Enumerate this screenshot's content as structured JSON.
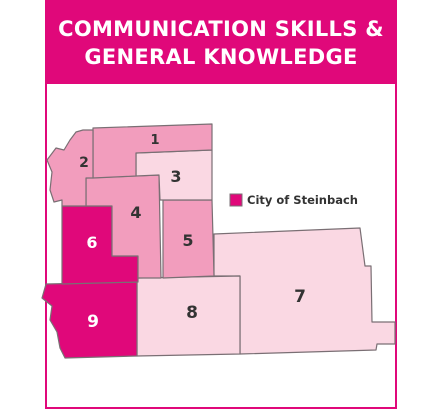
{
  "header": {
    "line1": "COMMUNICATION SKILLS &",
    "line2": "GENERAL KNOWLEDGE"
  },
  "legend": {
    "label": "City of Steinbach",
    "swatch_color": "#e0087a"
  },
  "regions": [
    {
      "id": "1",
      "label": "1",
      "fill": "#f29dbd"
    },
    {
      "id": "2",
      "label": "2",
      "fill": "#f29dbd"
    },
    {
      "id": "3",
      "label": "3",
      "fill": "#fad8e3"
    },
    {
      "id": "4",
      "label": "4",
      "fill": "#f29dbd"
    },
    {
      "id": "5",
      "label": "5",
      "fill": "#f29dbd"
    },
    {
      "id": "6",
      "label": "6",
      "fill": "#e0087a"
    },
    {
      "id": "7",
      "label": "7",
      "fill": "#fad8e3"
    },
    {
      "id": "8",
      "label": "8",
      "fill": "#fad8e3"
    },
    {
      "id": "9",
      "label": "9",
      "fill": "#e0087a"
    }
  ],
  "colors": {
    "accent": "#e0087a",
    "medium": "#f29dbd",
    "light": "#fad8e3"
  }
}
